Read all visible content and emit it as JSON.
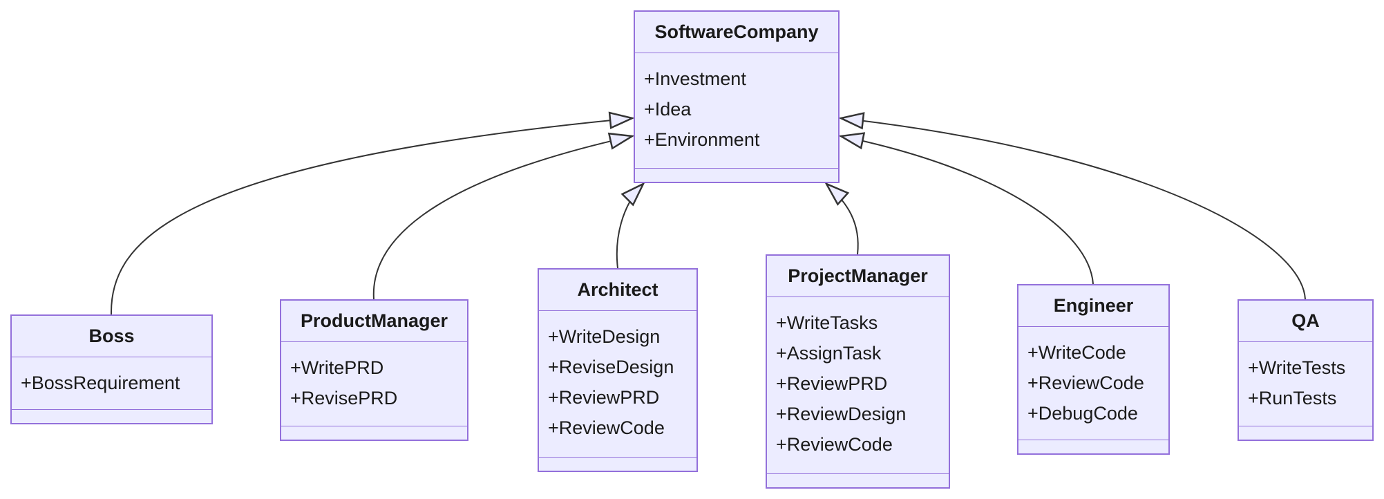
{
  "diagram": {
    "type": "uml-class-diagram",
    "background_color": "#ffffff",
    "node_fill_color": "#ECECFF",
    "node_border_color": "#9370DB",
    "edge_color": "#333333",
    "text_color": "#1a1a1a"
  },
  "classes": [
    {
      "name": "SoftwareCompany",
      "attributes": [
        "+Investment",
        "+Idea",
        "+Environment"
      ],
      "methods": []
    },
    {
      "name": "Boss",
      "attributes": [
        "+BossRequirement"
      ],
      "methods": []
    },
    {
      "name": "ProductManager",
      "attributes": [
        "+WritePRD",
        "+RevisePRD"
      ],
      "methods": []
    },
    {
      "name": "Architect",
      "attributes": [
        "+WriteDesign",
        "+ReviseDesign",
        "+ReviewPRD",
        "+ReviewCode"
      ],
      "methods": []
    },
    {
      "name": "ProjectManager",
      "attributes": [
        "+WriteTasks",
        "+AssignTask",
        "+ReviewPRD",
        "+ReviewDesign",
        "+ReviewCode"
      ],
      "methods": []
    },
    {
      "name": "Engineer",
      "attributes": [
        "+WriteCode",
        "+ReviewCode",
        "+DebugCode"
      ],
      "methods": []
    },
    {
      "name": "QA",
      "attributes": [
        "+WriteTests",
        "+RunTests"
      ],
      "methods": []
    }
  ],
  "relationships": [
    {
      "from": "Boss",
      "to": "SoftwareCompany",
      "type": "inheritance"
    },
    {
      "from": "ProductManager",
      "to": "SoftwareCompany",
      "type": "inheritance"
    },
    {
      "from": "Architect",
      "to": "SoftwareCompany",
      "type": "inheritance"
    },
    {
      "from": "ProjectManager",
      "to": "SoftwareCompany",
      "type": "inheritance"
    },
    {
      "from": "Engineer",
      "to": "SoftwareCompany",
      "type": "inheritance"
    },
    {
      "from": "QA",
      "to": "SoftwareCompany",
      "type": "inheritance"
    }
  ]
}
